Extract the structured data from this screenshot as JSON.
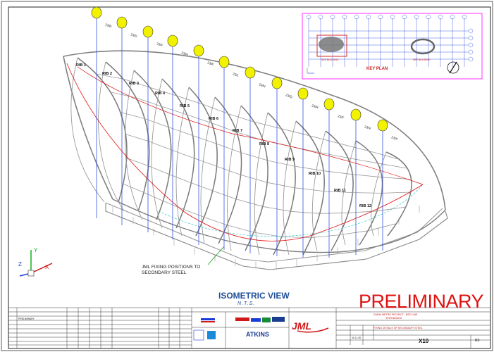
{
  "drawing": {
    "title": "ISOMETRIC VIEW",
    "scale_note": "N.T.S.",
    "status_stamp": "PRELIMINARY",
    "note_line1": "JML FIXING POSITIONS TO",
    "note_line2": "SECONDARY STEEL"
  },
  "gridlines": [
    "23/B",
    "23/D",
    "23/F",
    "23/H",
    "23/K",
    "23/L",
    "23/N",
    "23/Q",
    "23/R",
    "23/T",
    "23/V",
    "23/X"
  ],
  "ribs": [
    "RIB 1",
    "RIB 2",
    "RIB 3",
    "RIB 4",
    "RIB 5",
    "RIB 6",
    "RIB 7",
    "RIB 8",
    "RIB 9",
    "RIB 10",
    "RIB 11",
    "RIB 12"
  ],
  "key_plan": {
    "title": "KEY PLAN",
    "left_label": "SEE BUILDING",
    "right_label": "SEE BUILDING"
  },
  "title_block": {
    "project": "DUBAI METRO PROJECT - RED LINE",
    "project_line2": "ENTRANCES",
    "drawing_title": "FIXING DETAILS OF SECONDARY STEEL",
    "consultant": "ATKINS",
    "contractor_logo": "JML",
    "date": "06.11.08",
    "drawing_number": "X10",
    "revision": "R0",
    "revision_entry": "PRELIMINARY"
  },
  "colors": {
    "structure": "#808080",
    "accent_red": "#e01010",
    "blue_lines": "#1a3dd9",
    "bubble_yellow": "#f2f200",
    "cyan": "#19c2c2",
    "keyplan_border": "#ff00ff"
  }
}
